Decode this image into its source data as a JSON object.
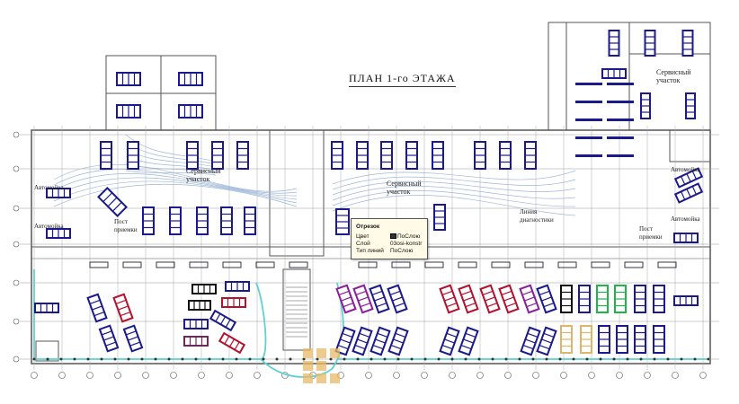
{
  "title": "ПЛАН 1-го ЭТАЖА",
  "labels": {
    "service_area": "Сервисный участок",
    "car_wash": "Автомойка",
    "reception_post": "Пост приемки",
    "diagnostics_line": "Линия диагностики"
  },
  "tooltip": {
    "heading": "Отрезок",
    "rows": [
      {
        "key": "Цвет",
        "value": "ПоСлою"
      },
      {
        "key": "Слой",
        "value": "03osi-konstr"
      },
      {
        "key": "Тип линий",
        "value": "ПоСлою"
      }
    ]
  },
  "colors": {
    "line": "#555555",
    "car_blue": "#1a1a8c",
    "car_red": "#b3122e",
    "car_purple": "#8a1f9a",
    "car_black": "#111111",
    "car_green": "#22b34a",
    "car_tan": "#e0b56a",
    "car_maroon": "#6b2a5a",
    "contour": "#5fd1d1",
    "flow": "#9fb8d8",
    "logo": "#e8b865"
  }
}
